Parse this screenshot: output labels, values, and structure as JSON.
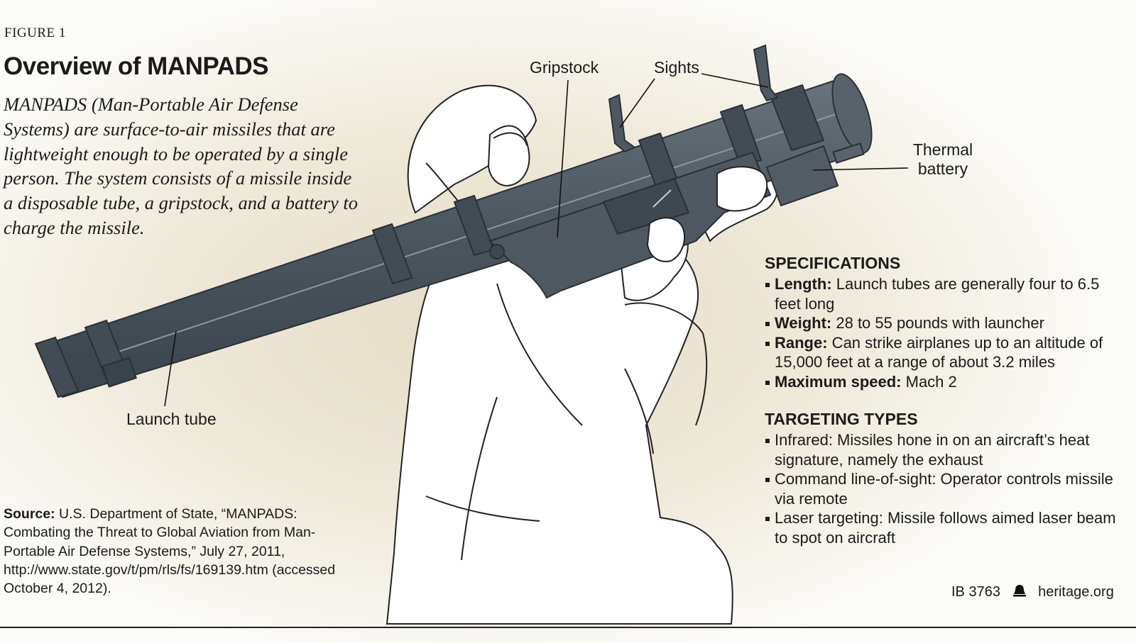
{
  "figure_label": "FIGURE 1",
  "title": "Overview of MANPADS",
  "intro": "MANPADS (Man-Portable Air Defense Systems) are surface-to-air missiles that are lightweight enough to be operated by a single person. The system consists of a missile inside a disposable tube, a gripstock, and a battery to charge the missile.",
  "callouts": {
    "gripstock": "Gripstock",
    "sights": "Sights",
    "thermal_line1": "Thermal",
    "thermal_line2": "battery",
    "launch_tube": "Launch tube"
  },
  "specifications": {
    "heading": "SPECIFICATIONS",
    "items": [
      {
        "label": "Length:",
        "text": " Launch tubes are generally four to 6.5 feet long"
      },
      {
        "label": "Weight:",
        "text": " 28 to 55 pounds with launcher"
      },
      {
        "label": "Range:",
        "text": " Can strike airplanes up to an altitude of 15,000 feet at a range of about 3.2 miles"
      },
      {
        "label": "Maximum speed:",
        "text": " Mach 2"
      }
    ]
  },
  "targeting": {
    "heading": "TARGETING TYPES",
    "items": [
      {
        "label": "Infrared",
        "text": ": Missiles hone in on an aircraft’s heat signature, namely the exhaust"
      },
      {
        "label": "Command line-of-sight",
        "text": ": Operator controls missile via remote"
      },
      {
        "label": "Laser targeting",
        "text": ": Missile follows aimed laser beam to spot on aircraft"
      }
    ]
  },
  "source": {
    "label": "Source:",
    "text": " U.S. Department of State, “MANPADS: Combating the Threat to Global Aviation from Man-Portable Air Defense Systems,” July 27, 2011, http://www.state.gov/t/pm/rls/fs/169139.htm (accessed October 4, 2012)."
  },
  "footer": {
    "issue": "IB 3763",
    "site": "heritage.org"
  },
  "colors": {
    "tube": "#4a545e",
    "tube_dark": "#39424b",
    "background_shade": "#e9e3d2"
  },
  "icons": [
    "bell-logo-icon"
  ]
}
